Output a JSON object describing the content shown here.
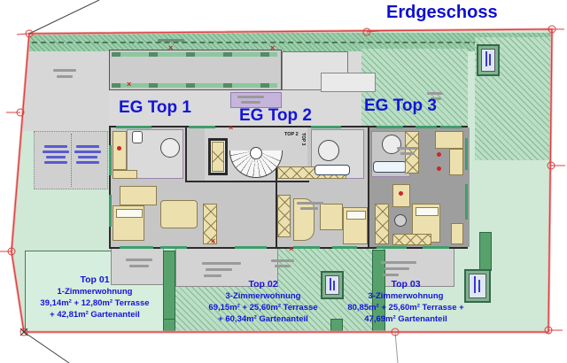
{
  "title": "Erdgeschoss",
  "plan": {
    "unit_labels": [
      {
        "id": "eg-top-1",
        "label": "EG Top 1"
      },
      {
        "id": "eg-top-2",
        "label": "EG Top 2"
      },
      {
        "id": "eg-top-3",
        "label": "EG Top 3"
      }
    ],
    "small_labels": [
      {
        "id": "entry-top-2",
        "label": "TOP 2"
      },
      {
        "id": "entry-top-3",
        "label": "TOP 3"
      }
    ],
    "apartments": [
      {
        "name": "Top 01",
        "type": "1-Zimmerwohnung",
        "area_line": "39,14m² + 12,80m² Terrasse",
        "garden_line": "+ 42,81m² Gartenanteil"
      },
      {
        "name": "Top 02",
        "type": "3-Zimmerwohnung",
        "area_line": "69,15m² + 25,60m² Terrasse",
        "garden_line": "+ 60,34m² Gartenanteil"
      },
      {
        "name": "Top 03",
        "type": "3-Zimmerwohnung",
        "area_line": "80,85m² + 25,60m² Terrasse +",
        "garden_line": "47,69m² Gartenanteil"
      }
    ]
  },
  "colors": {
    "label_blue": "#1414d8",
    "boundary_red": "#d84040",
    "site_green": "#cfe9d6",
    "building_gray": "#c6c6c6",
    "furniture_tan": "#ece0ae"
  }
}
